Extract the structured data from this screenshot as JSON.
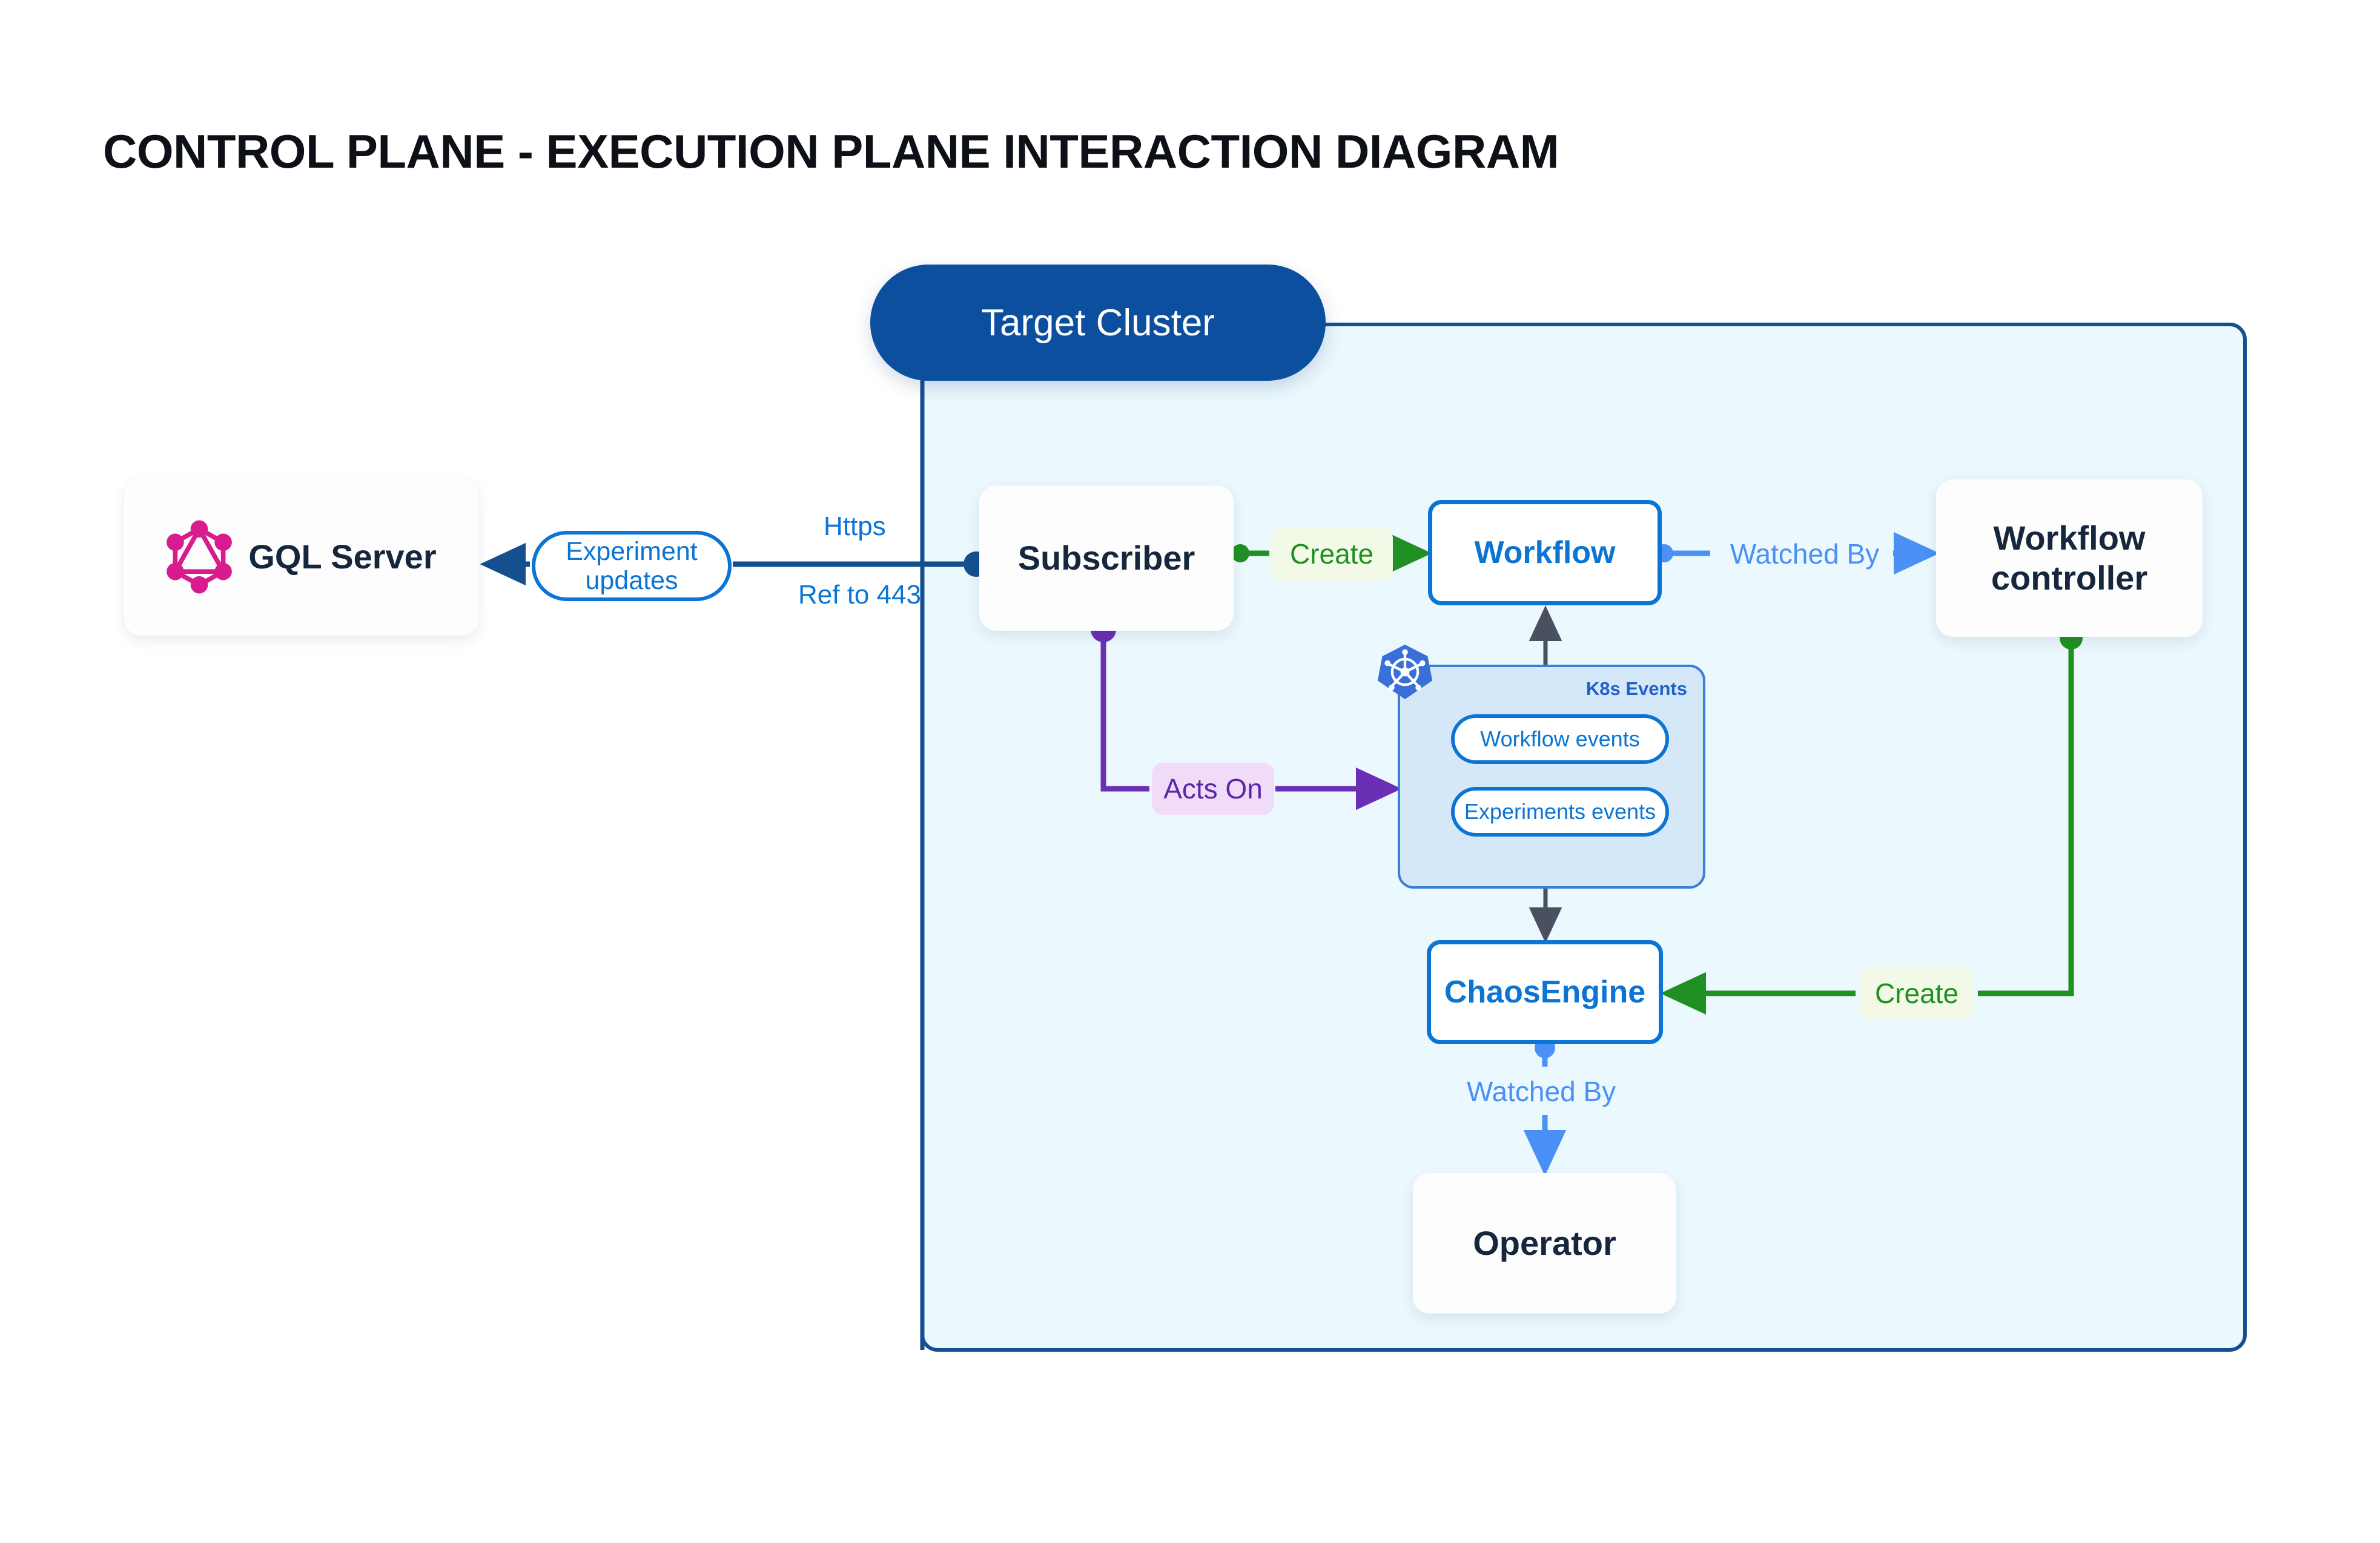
{
  "page": {
    "title": "CONTROL PLANE - EXECUTION PLANE INTERACTION DIAGRAM",
    "background": "#ffffff"
  },
  "colors": {
    "cluster_border": "#14508f",
    "cluster_fill": "#ebf8fd",
    "badge_fill": "#0b4f9e",
    "node_blue": "#0b74d4",
    "node_dark_text": "#16263d",
    "create_green": "#1f9122",
    "watched_by_blue": "#4a90f5",
    "acts_on_purple": "#5f25a8",
    "k8s_panel_fill": "#d4e8f8",
    "k8s_logo_blue": "#3a6fd8",
    "graphql_pink": "#d81b8e",
    "grey_connector": "#4a5060"
  },
  "cluster": {
    "badge_label": "Target Cluster"
  },
  "nodes": {
    "gql_server": {
      "label": "GQL Server",
      "icon": "graphql-logo-icon"
    },
    "subscriber": {
      "label": "Subscriber"
    },
    "workflow": {
      "label": "Workflow"
    },
    "workflow_controller": {
      "label_line1": "Workflow",
      "label_line2": "controller"
    },
    "chaos_engine": {
      "label": "ChaosEngine"
    },
    "operator": {
      "label": "Operator"
    }
  },
  "k8s_events": {
    "panel_title": "K8s Events",
    "logo_icon": "kubernetes-logo-icon",
    "pills": [
      {
        "label": "Workflow events"
      },
      {
        "label": "Experiments events"
      }
    ]
  },
  "edge_labels": {
    "experiment_updates_line1": "Experiment",
    "experiment_updates_line2": "updates",
    "https": "Https",
    "ref_to_443": "Ref to 443",
    "create_workflow": "Create",
    "watched_by_workflow": "Watched By",
    "acts_on": "Acts On",
    "create_chaosengine": "Create",
    "watched_by_operator": "Watched By"
  }
}
